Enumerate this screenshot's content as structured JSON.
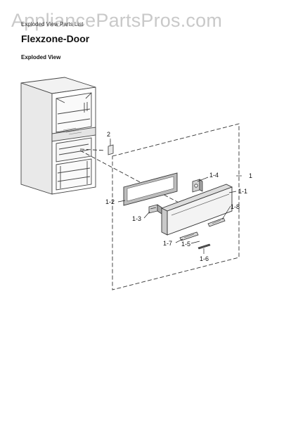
{
  "header": {
    "watermark": "AppliancePartsPros.com",
    "breadcrumb": "Exploded View Parts List",
    "title": "Flexzone-Door",
    "subtitle": "Exploded View"
  },
  "callouts": {
    "c2": "2",
    "c1": "1",
    "c1_4": "1-4",
    "c1_1": "1-1",
    "c1_2": "1-2",
    "c1_8": "1-8",
    "c1_3": "1-3",
    "c1_7": "1-7",
    "c1_5": "1-5",
    "c1_6": "1-6"
  }
}
